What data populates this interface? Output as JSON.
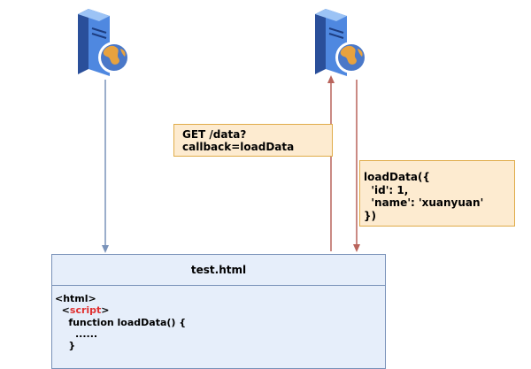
{
  "request_note": {
    "text": "GET /data?callback=loadData"
  },
  "response_note": {
    "lines": [
      "loadData({",
      "  'id': 1,",
      "  'name': 'xuanyuan'",
      "})"
    ]
  },
  "page": {
    "title": "test.html",
    "code": {
      "line1": "<html>",
      "line2_open": "<",
      "line2_tag": "script",
      "line2_close": ">",
      "line3": "    function loadData() {",
      "line4": "      ......",
      "line5": "    }"
    }
  },
  "icons": {
    "left_server": "server-globe-icon",
    "right_server": "server-globe-icon"
  },
  "colors": {
    "down_arrow": "#7a93ba",
    "up_arrow": "#b9645c",
    "note_fill": "#fdebd0",
    "note_border": "#e0ac4a",
    "page_fill": "#e6eefa",
    "page_border": "#7891b8",
    "script_tag": "#e03030"
  }
}
